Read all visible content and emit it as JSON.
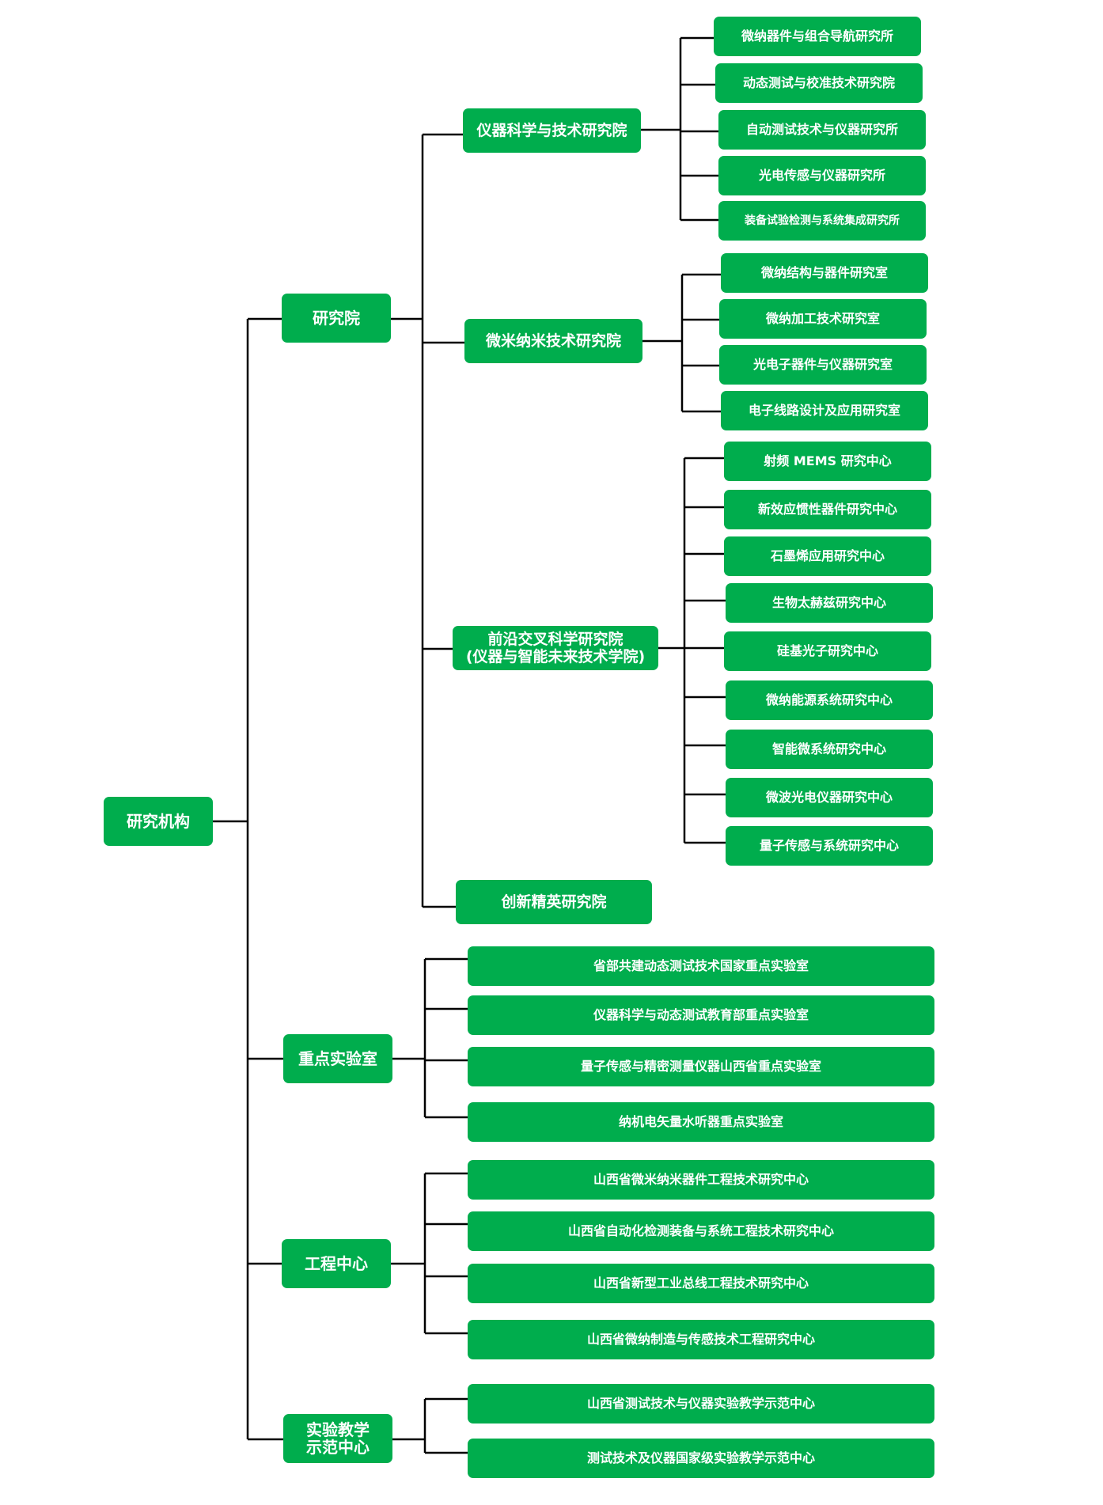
{
  "colors": {
    "node_fill": "#00ad4d",
    "node_text": "#ffffff",
    "connector": "#000000",
    "background": "#ffffff"
  },
  "root": {
    "label": "研究机构",
    "children": [
      {
        "label": "研究院",
        "children": [
          {
            "label": "仪器科学与技术研究院",
            "children": [
              {
                "label": "微纳器件与组合导航研究所"
              },
              {
                "label": "动态测试与校准技术研究院"
              },
              {
                "label": "自动测试技术与仪器研究所"
              },
              {
                "label": "光电传感与仪器研究所"
              },
              {
                "label": "装备试验检测与系统集成研究所"
              }
            ]
          },
          {
            "label": "微米纳米技术研究院",
            "children": [
              {
                "label": "微纳结构与器件研究室"
              },
              {
                "label": "微纳加工技术研究室"
              },
              {
                "label": "光电子器件与仪器研究室"
              },
              {
                "label": "电子线路设计及应用研究室"
              }
            ]
          },
          {
            "label": "前沿交叉科学研究院\n(仪器与智能未来技术学院)",
            "children": [
              {
                "label": "射频 MEMS 研究中心"
              },
              {
                "label": "新效应惯性器件研究中心"
              },
              {
                "label": "石墨烯应用研究中心"
              },
              {
                "label": "生物太赫兹研究中心"
              },
              {
                "label": "硅基光子研究中心"
              },
              {
                "label": "微纳能源系统研究中心"
              },
              {
                "label": "智能微系统研究中心"
              },
              {
                "label": "微波光电仪器研究中心"
              },
              {
                "label": "量子传感与系统研究中心"
              }
            ]
          },
          {
            "label": "创新精英研究院",
            "children": []
          }
        ]
      },
      {
        "label": "重点实验室",
        "children": [
          {
            "label": "省部共建动态测试技术国家重点实验室"
          },
          {
            "label": "仪器科学与动态测试教育部重点实验室"
          },
          {
            "label": "量子传感与精密测量仪器山西省重点实验室"
          },
          {
            "label": "纳机电矢量水听器重点实验室"
          }
        ]
      },
      {
        "label": "工程中心",
        "children": [
          {
            "label": "山西省微米纳米器件工程技术研究中心"
          },
          {
            "label": "山西省自动化检测装备与系统工程技术研究中心"
          },
          {
            "label": "山西省新型工业总线工程技术研究中心"
          },
          {
            "label": "山西省微纳制造与传感技术工程研究中心"
          }
        ]
      },
      {
        "label": "实验教学\n示范中心",
        "children": [
          {
            "label": "山西省测试技术与仪器实验教学示范中心"
          },
          {
            "label": "测试技术及仪器国家级实验教学示范中心"
          }
        ]
      }
    ]
  }
}
